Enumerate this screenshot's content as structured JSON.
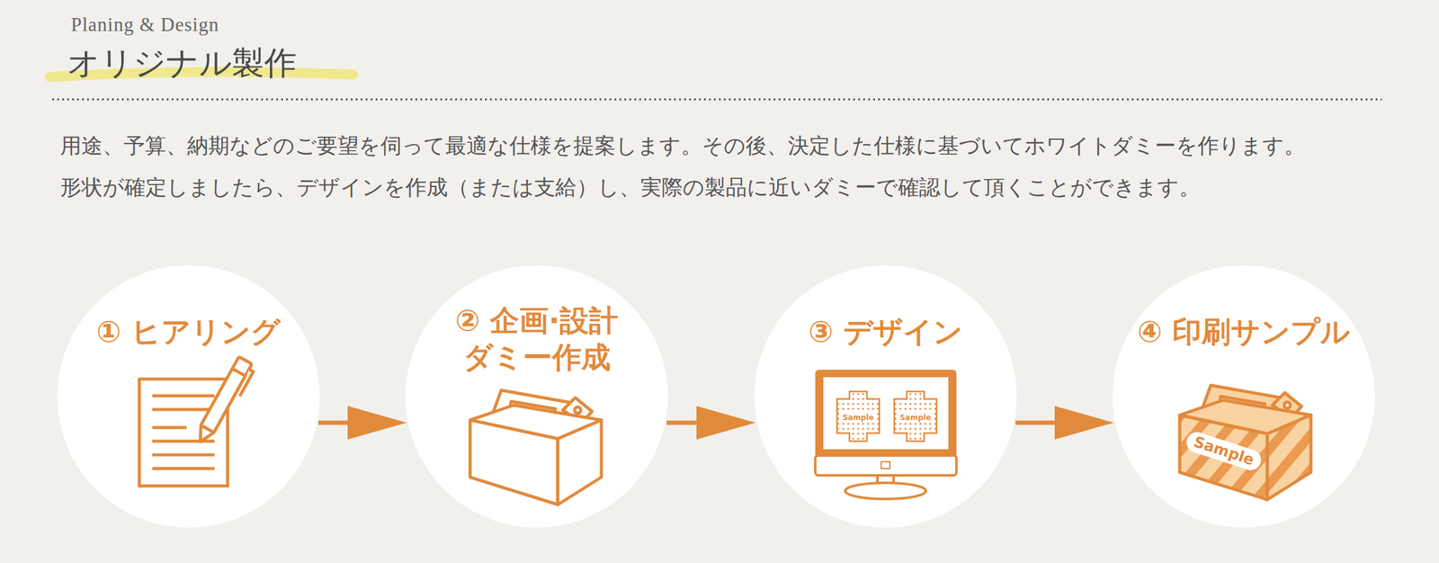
{
  "diagram": {
    "title": "オリジナル製作",
    "nodes": [
      {
        "text": [
          "① ヒアリング"
        ]
      },
      {
        "text": [
          "② 企画·設計 ダミー作成"
        ]
      },
      {
        "text": [
          "③ デザイン"
        ]
      },
      {
        "text": [
          "④ 印刷サンプル"
        ]
      }
    ],
    "edges": [
      {
        "from": 0,
        "to": 1,
        "arrow": "to"
      },
      {
        "from": 1,
        "to": 2,
        "arrow": "to"
      },
      {
        "from": 2,
        "to": 3,
        "arrow": "to"
      }
    ],
    "labels": [
      "Planing & Design",
      "用途、予算、納期などのご要望を伺って最適な仕様を提案します。その後、決定した仕様に基づいてホワイトダミーを作ります。",
      "形状が確定しましたら、デザインを作成（または支給）し、実際の製品に近いダミーで確認して頂くことができます。",
      "Sample",
      "Sample",
      "Sample"
    ]
  }
}
